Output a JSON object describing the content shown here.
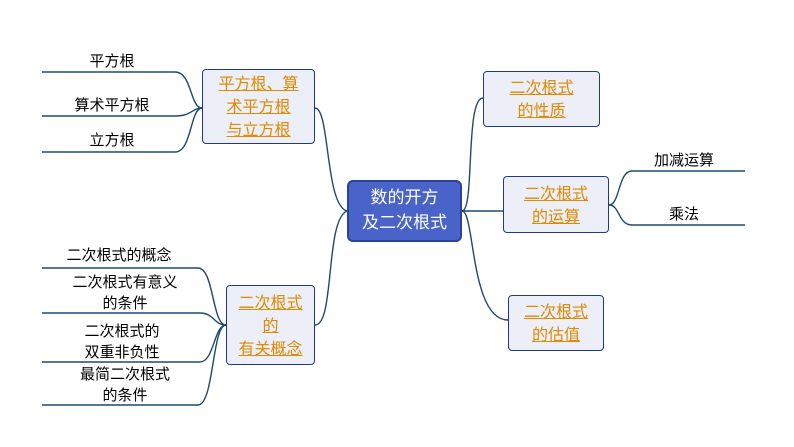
{
  "center": {
    "lines": [
      "数的开方",
      "及二次根式"
    ]
  },
  "topics": {
    "root_types": {
      "lines": [
        "平方根、算",
        "术平方根",
        "与立方根"
      ]
    },
    "related_concepts": {
      "lines": [
        "二次根式",
        "的",
        "有关概念"
      ]
    },
    "properties": {
      "lines": [
        "二次根式",
        "的性质"
      ]
    },
    "operations": {
      "lines": [
        "二次根式",
        "的运算"
      ]
    },
    "estimation": {
      "lines": [
        "二次根式",
        "的估值"
      ]
    }
  },
  "leaves": {
    "square_root": {
      "lines": [
        "平方根"
      ]
    },
    "arithmetic_square_root": {
      "lines": [
        "算术平方根"
      ]
    },
    "cube_root": {
      "lines": [
        "立方根"
      ]
    },
    "concept": {
      "lines": [
        "二次根式的概念"
      ]
    },
    "meaningful_condition": {
      "lines": [
        "二次根式有意义",
        "的条件"
      ]
    },
    "double_nonnegativity": {
      "lines": [
        "二次根式的",
        "双重非负性"
      ]
    },
    "simplest_condition": {
      "lines": [
        "最简二次根式",
        "的条件"
      ]
    },
    "add_subtract": {
      "lines": [
        "加减运算"
      ]
    },
    "multiply": {
      "lines": [
        "乘法"
      ]
    }
  },
  "colors": {
    "center_fill": "#4a63c9",
    "topic_fill": "#eceef8",
    "topic_border": "#1f3a8a",
    "topic_text": "#e08a00",
    "connector": "#1f4a6e"
  }
}
